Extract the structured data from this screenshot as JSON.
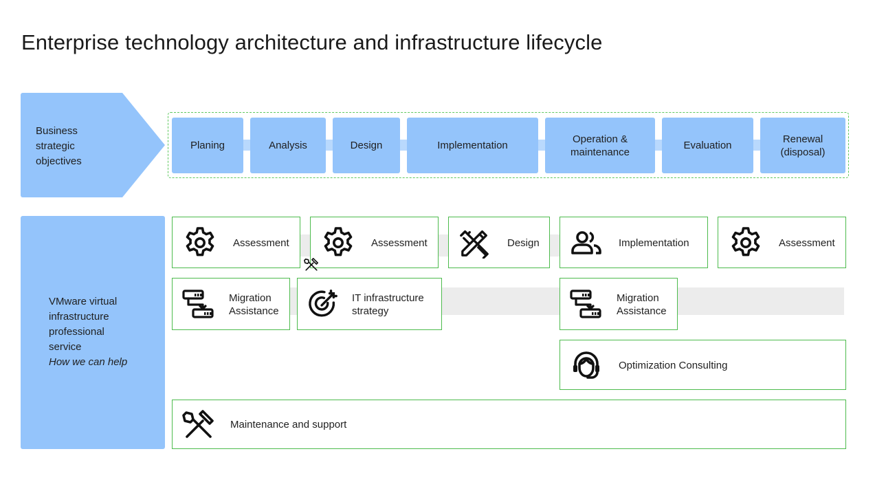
{
  "title": "Enterprise technology architecture and infrastructure lifecycle",
  "objectives": {
    "lines": [
      "Business",
      "strategic",
      "objectives"
    ]
  },
  "stages": [
    {
      "lines": [
        "Planing"
      ]
    },
    {
      "lines": [
        "Analysis"
      ]
    },
    {
      "lines": [
        "Design"
      ]
    },
    {
      "lines": [
        "Implementation"
      ]
    },
    {
      "lines": [
        "Operation &",
        "maintenance"
      ]
    },
    {
      "lines": [
        "Evaluation"
      ]
    },
    {
      "lines": [
        "Renewal",
        "(disposal)"
      ]
    }
  ],
  "help": {
    "lines": [
      "VMware virtual",
      "infrastructure",
      "professional",
      "service"
    ],
    "subtitle": "How we can help"
  },
  "services": [
    {
      "icon": "gear-icon",
      "lines": [
        "Assessment"
      ]
    },
    {
      "icon": "gear-icon",
      "lines": [
        "Assessment"
      ]
    },
    {
      "icon": "pencil-ruler-icon",
      "lines": [
        "Design"
      ]
    },
    {
      "icon": "people-icon",
      "lines": [
        "Implementation"
      ]
    },
    {
      "icon": "gear-icon",
      "lines": [
        "Assessment"
      ]
    },
    {
      "icon": "migration-icon",
      "lines": [
        "Migration",
        "Assistance"
      ]
    },
    {
      "icon": "target-icon",
      "lines": [
        "IT infrastructure",
        "strategy"
      ]
    },
    {
      "icon": "migration-icon",
      "lines": [
        "Migration",
        "Assistance"
      ]
    },
    {
      "icon": "headset-icon",
      "lines": [
        "Optimization Consulting"
      ]
    },
    {
      "icon": "tools-icon",
      "lines": [
        "Maintenance and support"
      ]
    }
  ],
  "colors": {
    "stage_blue": "#94c4fb",
    "connector_blue": "#b9d9fd",
    "frame_green": "#5ec85e",
    "card_border_green": "#4cbb4c",
    "band_gray": "#ececec"
  }
}
